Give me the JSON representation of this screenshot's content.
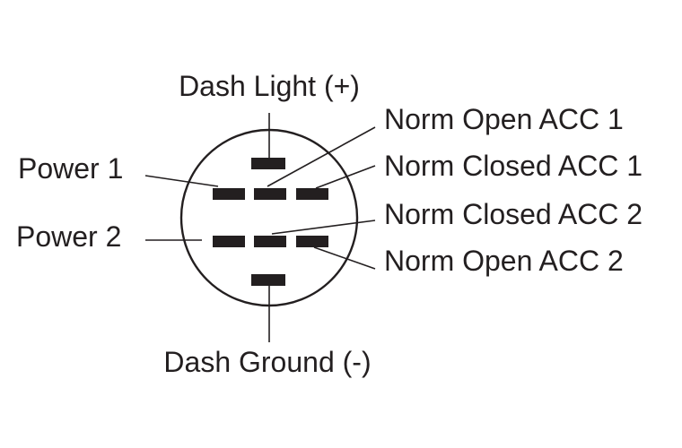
{
  "diagram": {
    "labels": {
      "dash_light": "Dash Light (+)",
      "norm_open_acc1": "Norm Open ACC 1",
      "norm_closed_acc1": "Norm Closed ACC 1",
      "norm_closed_acc2": "Norm Closed ACC 2",
      "norm_open_acc2": "Norm Open ACC 2",
      "power1": "Power 1",
      "power2": "Power 2",
      "dash_ground": "Dash Ground (-)"
    },
    "colors": {
      "ink": "#231f20",
      "background": "#ffffff"
    }
  }
}
